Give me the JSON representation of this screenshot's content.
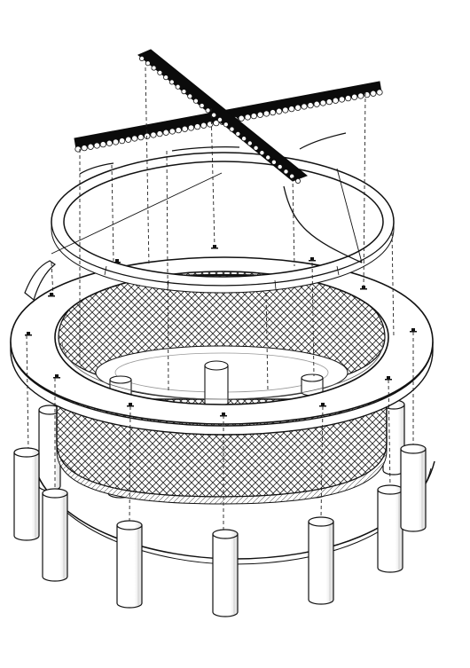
{
  "diagram": {
    "type": "exploded-axonometric",
    "components": [
      "cross-beam",
      "top-ring",
      "flange-ring",
      "mesh-cylinder",
      "inner-posts",
      "base-ring",
      "outer-posts"
    ],
    "colors": {
      "ink": "#111111",
      "paper": "#ffffff",
      "beam": "#0b0b0b",
      "mesh": "#2a2a2a",
      "dash": "#222222"
    }
  }
}
